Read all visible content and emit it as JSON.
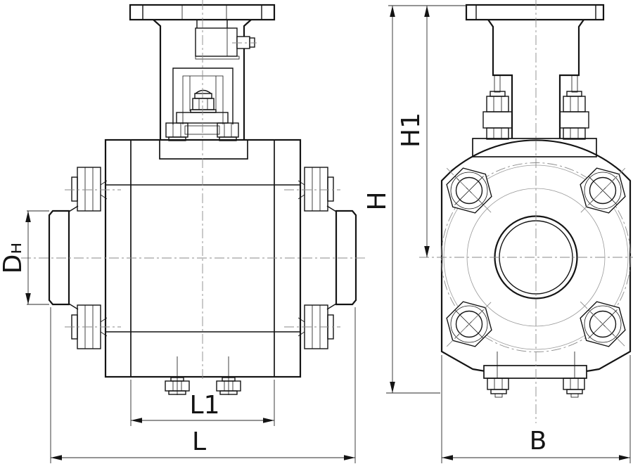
{
  "drawing": {
    "dimension_labels": {
      "dn": {
        "main": "D",
        "sub": "н"
      },
      "l1": "L1",
      "l": "L",
      "h": "H",
      "h1": "H1",
      "b": "B"
    },
    "colors": {
      "background": "#ffffff",
      "outline": "#141414",
      "centerline": "#8a8a8a",
      "dimension": "#2a2a2a"
    }
  }
}
